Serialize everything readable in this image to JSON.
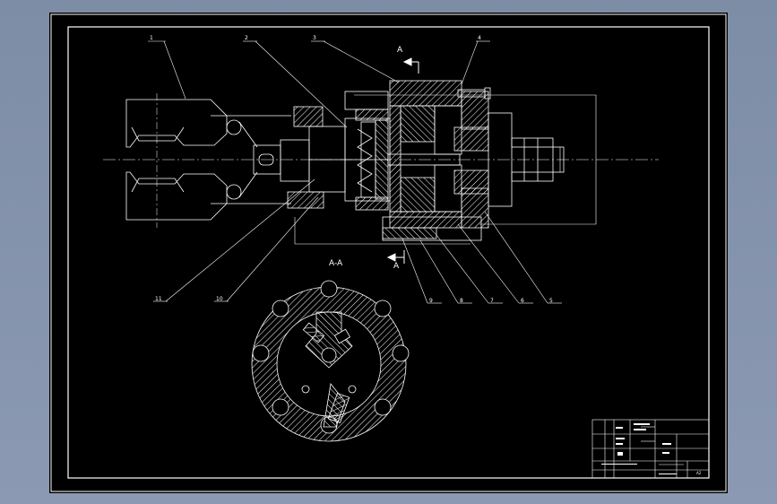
{
  "section_marker": {
    "letter_top": "A",
    "letter_bottom": "A"
  },
  "section_view_title": "A-A",
  "callouts": {
    "c1": "1",
    "c2": "2",
    "c3": "3",
    "c4": "4",
    "c5": "5",
    "c6": "6",
    "c7": "7",
    "c8": "8",
    "c9": "9",
    "c10": "10",
    "c11": "11"
  },
  "title_block": {
    "sheet_size": "A2"
  },
  "colors": {
    "background": "#000000",
    "lines": "#ffffff",
    "frame_outer": "#8b99b2"
  }
}
